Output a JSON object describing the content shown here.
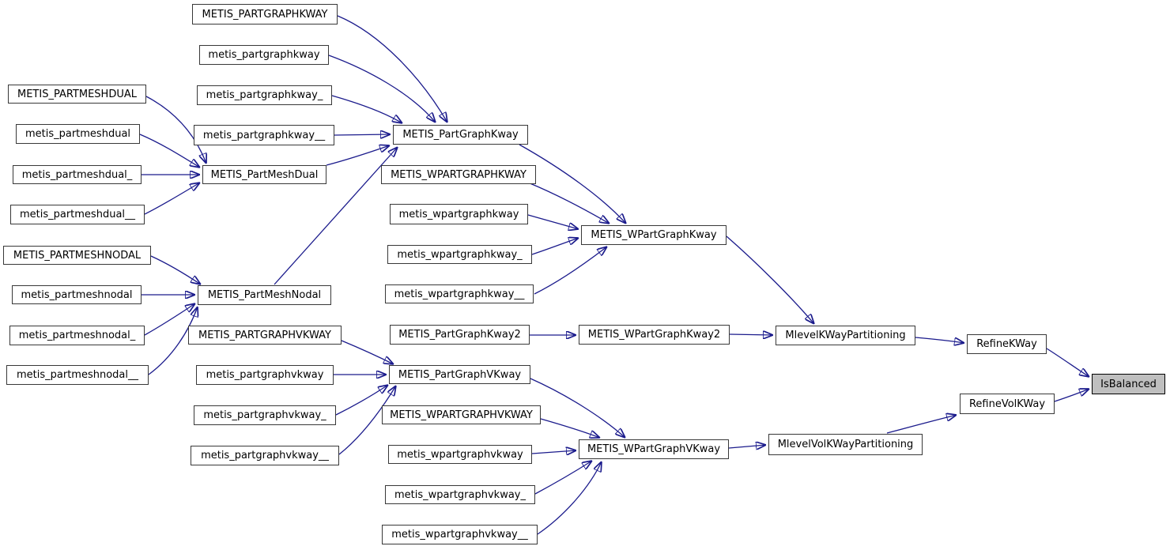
{
  "diagram": {
    "type": "call-graph",
    "focus_node": "IsBalanced",
    "colors": {
      "edge": "#1b1b8c",
      "node_fill": "#ffffff",
      "node_border": "#383838",
      "focus_node_fill": "#bfbfbf",
      "focus_node_border": "#000000",
      "text": "#000000",
      "background": "#ffffff"
    },
    "nodes": [
      {
        "id": "METIS_PARTGRAPHKWAY",
        "label": "METIS_PARTGRAPHKWAY"
      },
      {
        "id": "metis_partgraphkway",
        "label": "metis_partgraphkway"
      },
      {
        "id": "metis_partgraphkway_",
        "label": "metis_partgraphkway_"
      },
      {
        "id": "metis_partgraphkway__",
        "label": "metis_partgraphkway__"
      },
      {
        "id": "METIS_PARTMESHDUAL",
        "label": "METIS_PARTMESHDUAL"
      },
      {
        "id": "metis_partmeshdual",
        "label": "metis_partmeshdual"
      },
      {
        "id": "metis_partmeshdual_",
        "label": "metis_partmeshdual_"
      },
      {
        "id": "metis_partmeshdual__",
        "label": "metis_partmeshdual__"
      },
      {
        "id": "METIS_PartMeshDual",
        "label": "METIS_PartMeshDual"
      },
      {
        "id": "METIS_PARTMESHNODAL",
        "label": "METIS_PARTMESHNODAL"
      },
      {
        "id": "metis_partmeshnodal",
        "label": "metis_partmeshnodal"
      },
      {
        "id": "metis_partmeshnodal_",
        "label": "metis_partmeshnodal_"
      },
      {
        "id": "metis_partmeshnodal__",
        "label": "metis_partmeshnodal__"
      },
      {
        "id": "METIS_PartMeshNodal",
        "label": "METIS_PartMeshNodal"
      },
      {
        "id": "METIS_PARTGRAPHVKWAY",
        "label": "METIS_PARTGRAPHVKWAY"
      },
      {
        "id": "metis_partgraphvkway",
        "label": "metis_partgraphvkway"
      },
      {
        "id": "metis_partgraphvkway_",
        "label": "metis_partgraphvkway_"
      },
      {
        "id": "metis_partgraphvkway__",
        "label": "metis_partgraphvkway__"
      },
      {
        "id": "METIS_PartGraphKway",
        "label": "METIS_PartGraphKway"
      },
      {
        "id": "METIS_WPARTGRAPHKWAY",
        "label": "METIS_WPARTGRAPHKWAY"
      },
      {
        "id": "metis_wpartgraphkway",
        "label": "metis_wpartgraphkway"
      },
      {
        "id": "metis_wpartgraphkway_",
        "label": "metis_wpartgraphkway_"
      },
      {
        "id": "metis_wpartgraphkway__",
        "label": "metis_wpartgraphkway__"
      },
      {
        "id": "METIS_WPartGraphKway",
        "label": "METIS_WPartGraphKway"
      },
      {
        "id": "METIS_PartGraphKway2",
        "label": "METIS_PartGraphKway2"
      },
      {
        "id": "METIS_PartGraphVKway",
        "label": "METIS_PartGraphVKway"
      },
      {
        "id": "METIS_WPARTGRAPHVKWAY",
        "label": "METIS_WPARTGRAPHVKWAY"
      },
      {
        "id": "metis_wpartgraphvkway",
        "label": "metis_wpartgraphvkway"
      },
      {
        "id": "metis_wpartgraphvkway_",
        "label": "metis_wpartgraphvkway_"
      },
      {
        "id": "metis_wpartgraphvkway__",
        "label": "metis_wpartgraphvkway__"
      },
      {
        "id": "METIS_WPartGraphVKway",
        "label": "METIS_WPartGraphVKway"
      },
      {
        "id": "METIS_WPartGraphKway2",
        "label": "METIS_WPartGraphKway2"
      },
      {
        "id": "MlevelKWayPartitioning",
        "label": "MlevelKWayPartitioning"
      },
      {
        "id": "RefineKWay",
        "label": "RefineKWay"
      },
      {
        "id": "IsBalanced",
        "label": "IsBalanced"
      },
      {
        "id": "RefineVolKWay",
        "label": "RefineVolKWay"
      },
      {
        "id": "MlevelVolKWayPartitioning",
        "label": "MlevelVolKWayPartitioning"
      }
    ],
    "edges": [
      {
        "from": "METIS_PARTGRAPHKWAY",
        "to": "METIS_PartGraphKway"
      },
      {
        "from": "metis_partgraphkway",
        "to": "METIS_PartGraphKway"
      },
      {
        "from": "metis_partgraphkway_",
        "to": "METIS_PartGraphKway"
      },
      {
        "from": "metis_partgraphkway__",
        "to": "METIS_PartGraphKway"
      },
      {
        "from": "METIS_PartMeshDual",
        "to": "METIS_PartGraphKway"
      },
      {
        "from": "METIS_PartMeshNodal",
        "to": "METIS_PartGraphKway"
      },
      {
        "from": "METIS_PARTMESHDUAL",
        "to": "METIS_PartMeshDual"
      },
      {
        "from": "metis_partmeshdual",
        "to": "METIS_PartMeshDual"
      },
      {
        "from": "metis_partmeshdual_",
        "to": "METIS_PartMeshDual"
      },
      {
        "from": "metis_partmeshdual__",
        "to": "METIS_PartMeshDual"
      },
      {
        "from": "METIS_PARTMESHNODAL",
        "to": "METIS_PartMeshNodal"
      },
      {
        "from": "metis_partmeshnodal",
        "to": "METIS_PartMeshNodal"
      },
      {
        "from": "metis_partmeshnodal_",
        "to": "METIS_PartMeshNodal"
      },
      {
        "from": "metis_partmeshnodal__",
        "to": "METIS_PartMeshNodal"
      },
      {
        "from": "METIS_PartGraphKway",
        "to": "METIS_WPartGraphKway"
      },
      {
        "from": "METIS_WPARTGRAPHKWAY",
        "to": "METIS_WPartGraphKway"
      },
      {
        "from": "metis_wpartgraphkway",
        "to": "METIS_WPartGraphKway"
      },
      {
        "from": "metis_wpartgraphkway_",
        "to": "METIS_WPartGraphKway"
      },
      {
        "from": "metis_wpartgraphkway__",
        "to": "METIS_WPartGraphKway"
      },
      {
        "from": "METIS_PARTGRAPHVKWAY",
        "to": "METIS_PartGraphVKway"
      },
      {
        "from": "metis_partgraphvkway",
        "to": "METIS_PartGraphVKway"
      },
      {
        "from": "metis_partgraphvkway_",
        "to": "METIS_PartGraphVKway"
      },
      {
        "from": "metis_partgraphvkway__",
        "to": "METIS_PartGraphVKway"
      },
      {
        "from": "METIS_PartGraphVKway",
        "to": "METIS_WPartGraphVKway"
      },
      {
        "from": "METIS_WPARTGRAPHVKWAY",
        "to": "METIS_WPartGraphVKway"
      },
      {
        "from": "metis_wpartgraphvkway",
        "to": "METIS_WPartGraphVKway"
      },
      {
        "from": "metis_wpartgraphvkway_",
        "to": "METIS_WPartGraphVKway"
      },
      {
        "from": "metis_wpartgraphvkway__",
        "to": "METIS_WPartGraphVKway"
      },
      {
        "from": "METIS_PartGraphKway2",
        "to": "METIS_WPartGraphKway2"
      },
      {
        "from": "METIS_WPartGraphKway",
        "to": "MlevelKWayPartitioning"
      },
      {
        "from": "METIS_WPartGraphKway2",
        "to": "MlevelKWayPartitioning"
      },
      {
        "from": "MlevelKWayPartitioning",
        "to": "RefineKWay"
      },
      {
        "from": "RefineKWay",
        "to": "IsBalanced"
      },
      {
        "from": "METIS_WPartGraphVKway",
        "to": "MlevelVolKWayPartitioning"
      },
      {
        "from": "MlevelVolKWayPartitioning",
        "to": "RefineVolKWay"
      },
      {
        "from": "RefineVolKWay",
        "to": "IsBalanced"
      }
    ]
  }
}
